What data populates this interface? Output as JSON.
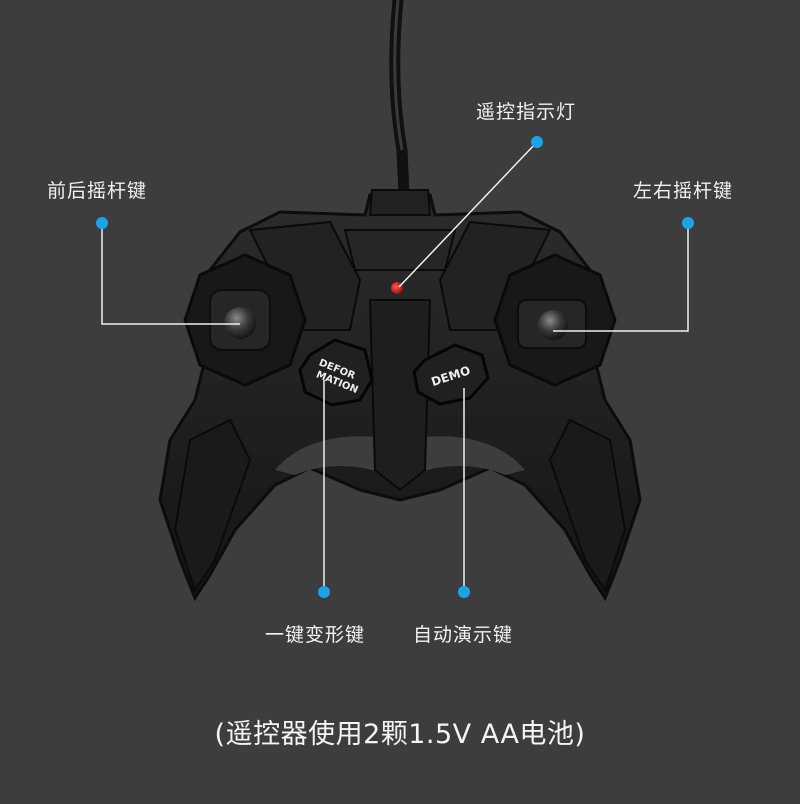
{
  "labels": {
    "remote_indicator": "遥控指示灯",
    "forward_back_stick": "前后摇杆键",
    "left_right_stick": "左右摇杆键",
    "deform_button": "一键变形键",
    "demo_button": "自动演示键"
  },
  "buttons": {
    "deform_line1": "DEFOR",
    "deform_line2": "MATION",
    "demo": "DEMO"
  },
  "caption": "(遥控器使用2颗1.5V AA电池)",
  "colors": {
    "background": "#3d3d3d",
    "callout_dot": "#1aa3e8",
    "callout_line": "#f0f0f0",
    "indicator_led": "#d81c1c",
    "controller_body": "#1c1c1c"
  }
}
